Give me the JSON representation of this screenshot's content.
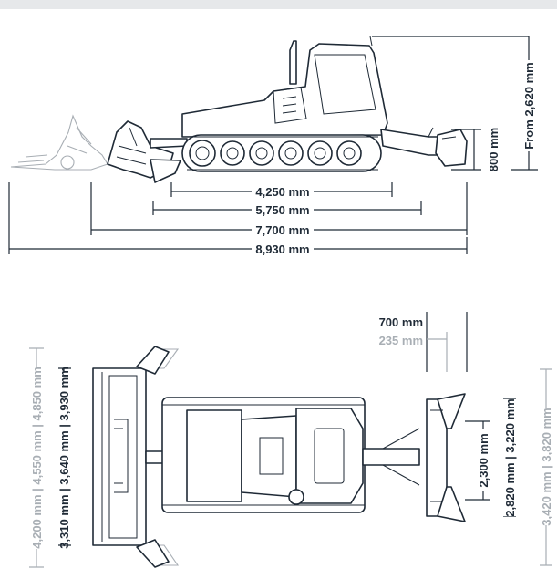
{
  "side_view": {
    "track_length": "4,250 mm",
    "length_a": "5,750 mm",
    "length_b": "7,700 mm",
    "overall_length": "8,930 mm",
    "height": "From 2,620 mm",
    "blade_height": "800 mm"
  },
  "top_view": {
    "offset_a": "700 mm",
    "offset_b": "235 mm",
    "blade_widths_grey": "4,200 mm | 4,550 mm | 4,850 mm",
    "blade_widths": "3,310 mm | 3,640 mm | 3,930 mm",
    "track_width": "2,300 mm",
    "tiller_widths": "2,820 mm | 3,220 mm",
    "tiller_width_grey": "3,420 mm | 3,820 mm"
  }
}
